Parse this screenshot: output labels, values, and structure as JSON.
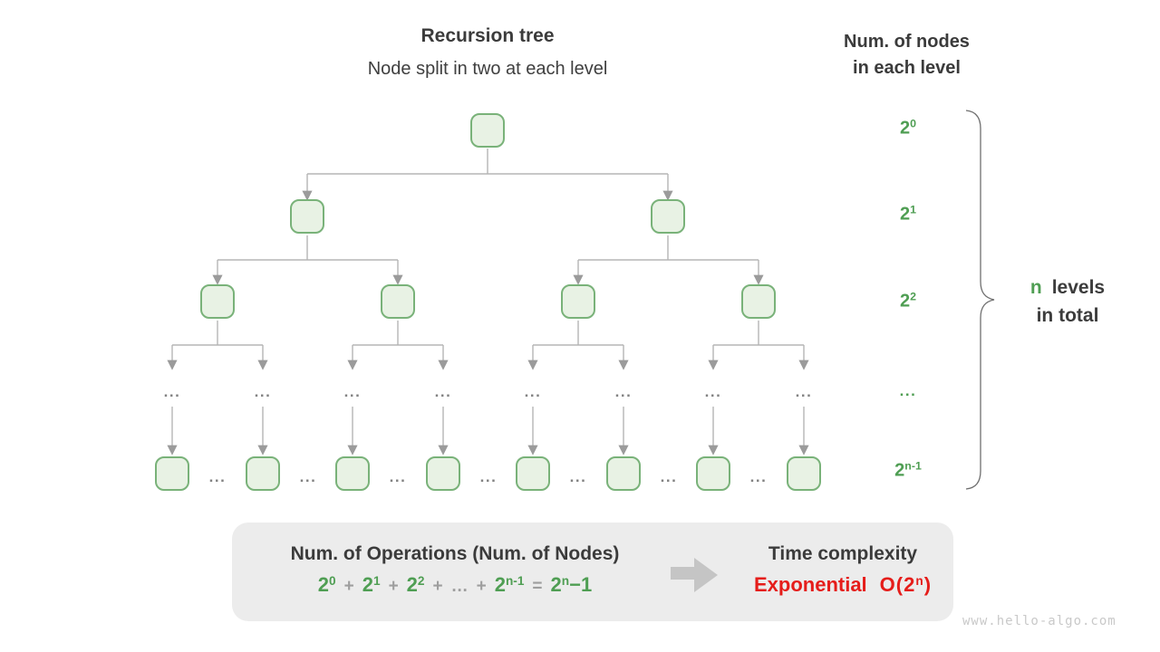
{
  "header": {
    "title": "Recursion tree",
    "subtitle": "Node split in two at each level"
  },
  "right_header": {
    "line1": "Num. of nodes",
    "line2": "in each level"
  },
  "level_labels": [
    {
      "base": "2",
      "sup": "0"
    },
    {
      "base": "2",
      "sup": "1"
    },
    {
      "base": "2",
      "sup": "2"
    },
    {
      "ellipsis": "..."
    },
    {
      "base": "2",
      "sup": "n-1"
    }
  ],
  "brace_label": {
    "n": "n",
    "levels_word": "levels",
    "line2": "in total"
  },
  "tree": {
    "ellipsis": "..."
  },
  "summary": {
    "operations_title": "Num. of Operations (Num. of Nodes)",
    "formula": {
      "t0": {
        "base": "2",
        "sup": "0"
      },
      "t1": {
        "base": "2",
        "sup": "1"
      },
      "t2": {
        "base": "2",
        "sup": "2"
      },
      "tn": {
        "base": "2",
        "sup": "n-1"
      },
      "plus": "+",
      "ellipsis": "…",
      "equals": "=",
      "result": {
        "base": "2",
        "sup": "n",
        "tail": "−1"
      }
    },
    "time_title": "Time complexity",
    "complexity_word": "Exponential",
    "complexity_o": {
      "base": "O(2",
      "sup": "n",
      "close": ")"
    }
  },
  "watermark": "www.hello-algo.com",
  "colors": {
    "green_text": "#4f9e53",
    "node_border": "#79b279",
    "node_fill": "#e8f2e4",
    "connector_gray": "#b5b5b5",
    "red": "#e51d1a",
    "box_bg": "#ececec",
    "dark_text": "#3b3b3b"
  }
}
